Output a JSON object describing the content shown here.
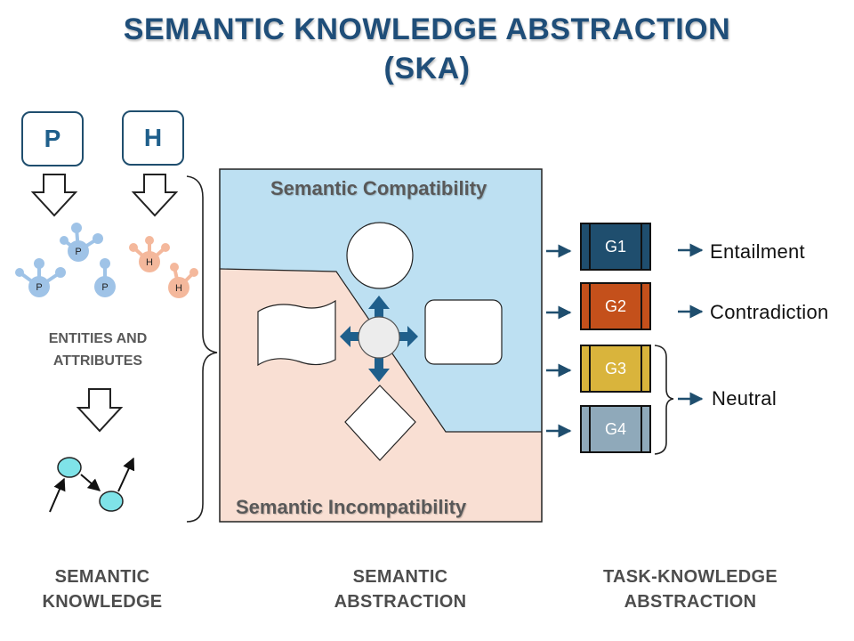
{
  "title": {
    "line1": "SEMANTIC KNOWLEDGE ABSTRACTION",
    "line2": "(SKA)"
  },
  "inputs": {
    "premise": "P",
    "hypothesis": "H"
  },
  "node_labels": {
    "premise": "P",
    "hypothesis": "H"
  },
  "entities": {
    "line1": "ENTITIES AND",
    "line2": "ATTRIBUTES"
  },
  "panel": {
    "top_label": "Semantic Compatibility",
    "bottom_label": "Semantic Incompatibility"
  },
  "groups": [
    {
      "label": "G1",
      "color": "#1f4e6e"
    },
    {
      "label": "G2",
      "color": "#c4501b"
    },
    {
      "label": "G3",
      "color": "#d9b43c"
    },
    {
      "label": "G4",
      "color": "#8fa9ba"
    }
  ],
  "results": {
    "entailment": "Entailment",
    "contradiction": "Contradiction",
    "neutral": "Neutral"
  },
  "captions": {
    "left_line1": "SEMANTIC",
    "left_line2": "KNOWLEDGE",
    "mid_line1": "SEMANTIC",
    "mid_line2": "ABSTRACTION",
    "right_line1": "TASK-KNOWLEDGE",
    "right_line2": "ABSTRACTION"
  },
  "colors": {
    "title": "#1f4e79",
    "compatibility_bg": "#bde0f2",
    "incompatibility_bg": "#f9dfd3",
    "premise_node": "#9fc3e7",
    "hypothesis_node": "#f4b89c",
    "graph_node": "#7fe3e8",
    "arrow": "#1f4e6e"
  }
}
